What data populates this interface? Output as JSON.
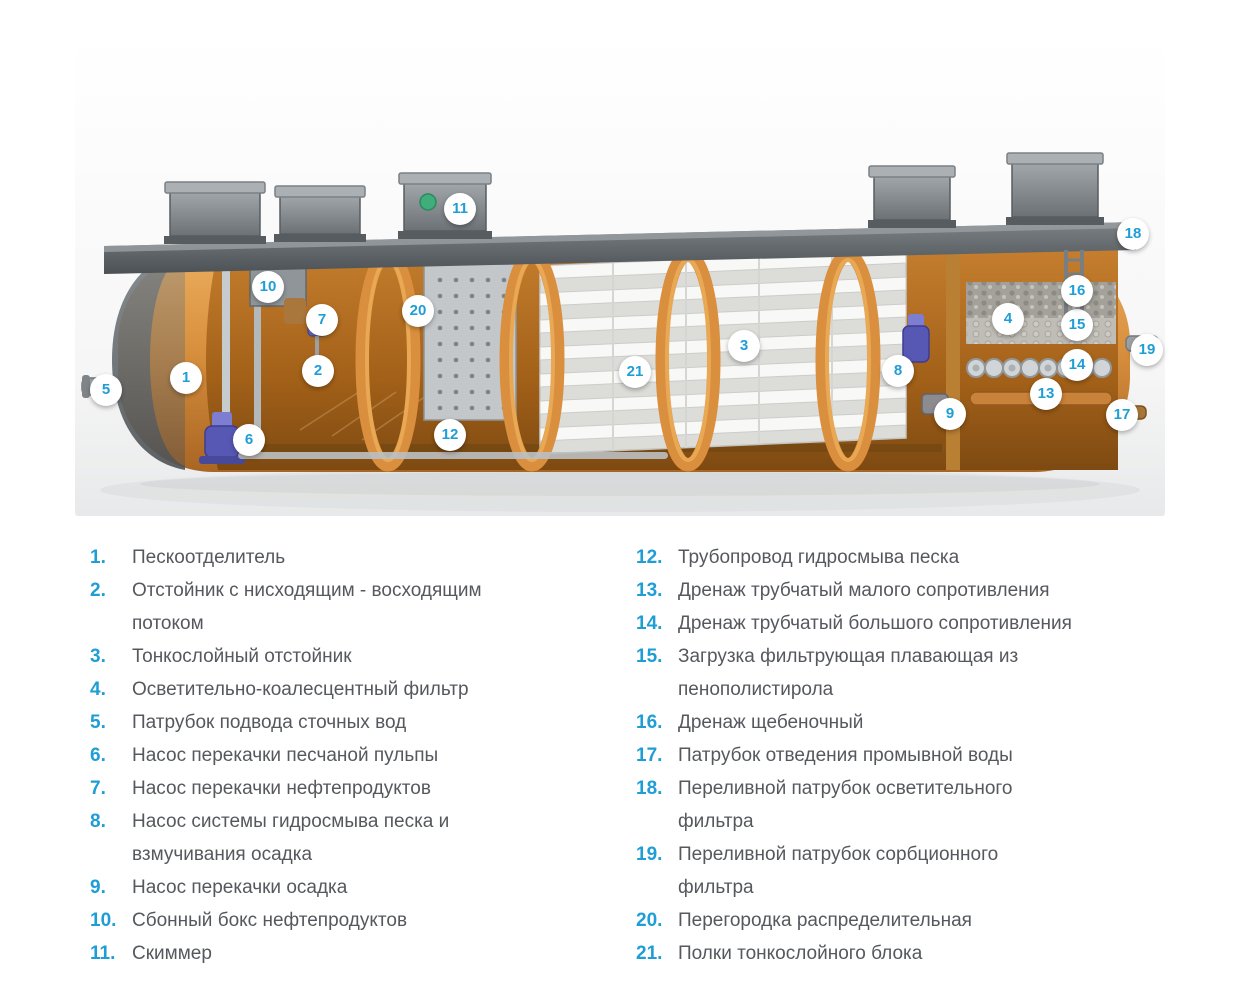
{
  "diagram": {
    "alt": "Cutaway 3D rendering of a combined stormwater treatment unit (sand separator, lamella settler, coalescing and sorption filters) with numbered callouts",
    "callouts": [
      "1",
      "2",
      "3",
      "4",
      "5",
      "6",
      "7",
      "8",
      "9",
      "10",
      "11",
      "12",
      "13",
      "14",
      "15",
      "16",
      "17",
      "18",
      "19",
      "20",
      "21"
    ]
  },
  "legend": {
    "left": [
      {
        "num": "1.",
        "text": "Пескоотделитель"
      },
      {
        "num": "2.",
        "text": "Отстойник с нисходящим - восходящим\nпотоком"
      },
      {
        "num": "3.",
        "text": "Тонкослойный отстойник"
      },
      {
        "num": "4.",
        "text": "Осветительно-коалесцентный фильтр"
      },
      {
        "num": "5.",
        "text": "Патрубок подвода сточных вод"
      },
      {
        "num": "6.",
        "text": "Насос перекачки песчаной пульпы"
      },
      {
        "num": "7.",
        "text": "Насос перекачки нефтепродуктов"
      },
      {
        "num": "8.",
        "text": "Насос системы гидросмыва песка и\nвзмучивания осадка"
      },
      {
        "num": "9.",
        "text": "Насос перекачки осадка"
      },
      {
        "num": "10.",
        "text": "Сбонный бокс нефтепродуктов"
      },
      {
        "num": "11.",
        "text": "Скиммер"
      }
    ],
    "right": [
      {
        "num": "12.",
        "text": "Трубопровод гидросмыва песка"
      },
      {
        "num": "13.",
        "text": "Дренаж трубчатый малого сопротивления"
      },
      {
        "num": "14.",
        "text": "Дренаж трубчатый большого сопротивления"
      },
      {
        "num": "15.",
        "text": "Загрузка фильтрующая плавающая из\nпенополистирола"
      },
      {
        "num": "16.",
        "text": "Дренаж щебеночный"
      },
      {
        "num": "17.",
        "text": "Патрубок отведения промывной воды"
      },
      {
        "num": "18.",
        "text": "Переливной патрубок осветительного\nфильтра"
      },
      {
        "num": "19.",
        "text": "Переливной патрубок сорбционного\nфильтра"
      },
      {
        "num": "20.",
        "text": "Перегородка распределительная"
      },
      {
        "num": "21.",
        "text": "Полки тонкослойного блока"
      }
    ]
  },
  "colors": {
    "accent_blue": "#1f9ed6",
    "legend_text": "#55585d",
    "tank_orange": "#d8903e",
    "platform_gray": "#5a6064",
    "badge_background": "#ffffff"
  }
}
